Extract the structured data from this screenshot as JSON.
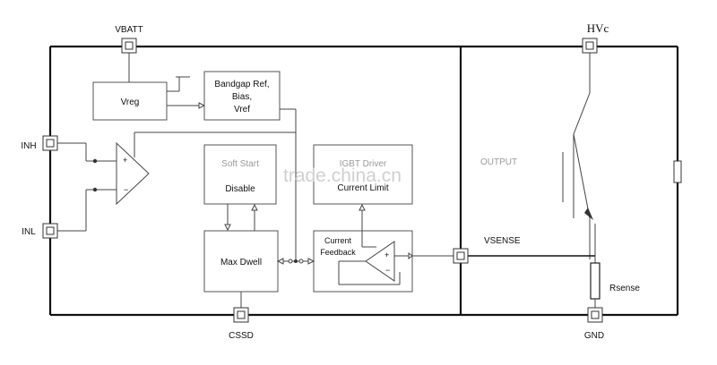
{
  "pins": {
    "vbatt": "VBATT",
    "inh": "INH",
    "inl": "INL",
    "cssd": "CSSD",
    "hvc": "HVc",
    "gnd": "GND"
  },
  "blocks": {
    "vreg": "Vreg",
    "bandgap_line1": "Bandgap Ref,",
    "bandgap_line2": "Bias,",
    "bandgap_line3": "Vref",
    "softstart_line1": "Soft Start",
    "softstart_line2": "Disable",
    "igbt_line1": "IGBT Driver",
    "igbt_line2": "Current Limit",
    "max_dwell": "Max Dwell",
    "current_feedback_line1": "Current",
    "current_feedback_line2": "Feedback"
  },
  "external": {
    "output": "OUTPUT",
    "vsense": "VSENSE",
    "rsense": "Rsense"
  },
  "watermark": "trade.china.cn"
}
